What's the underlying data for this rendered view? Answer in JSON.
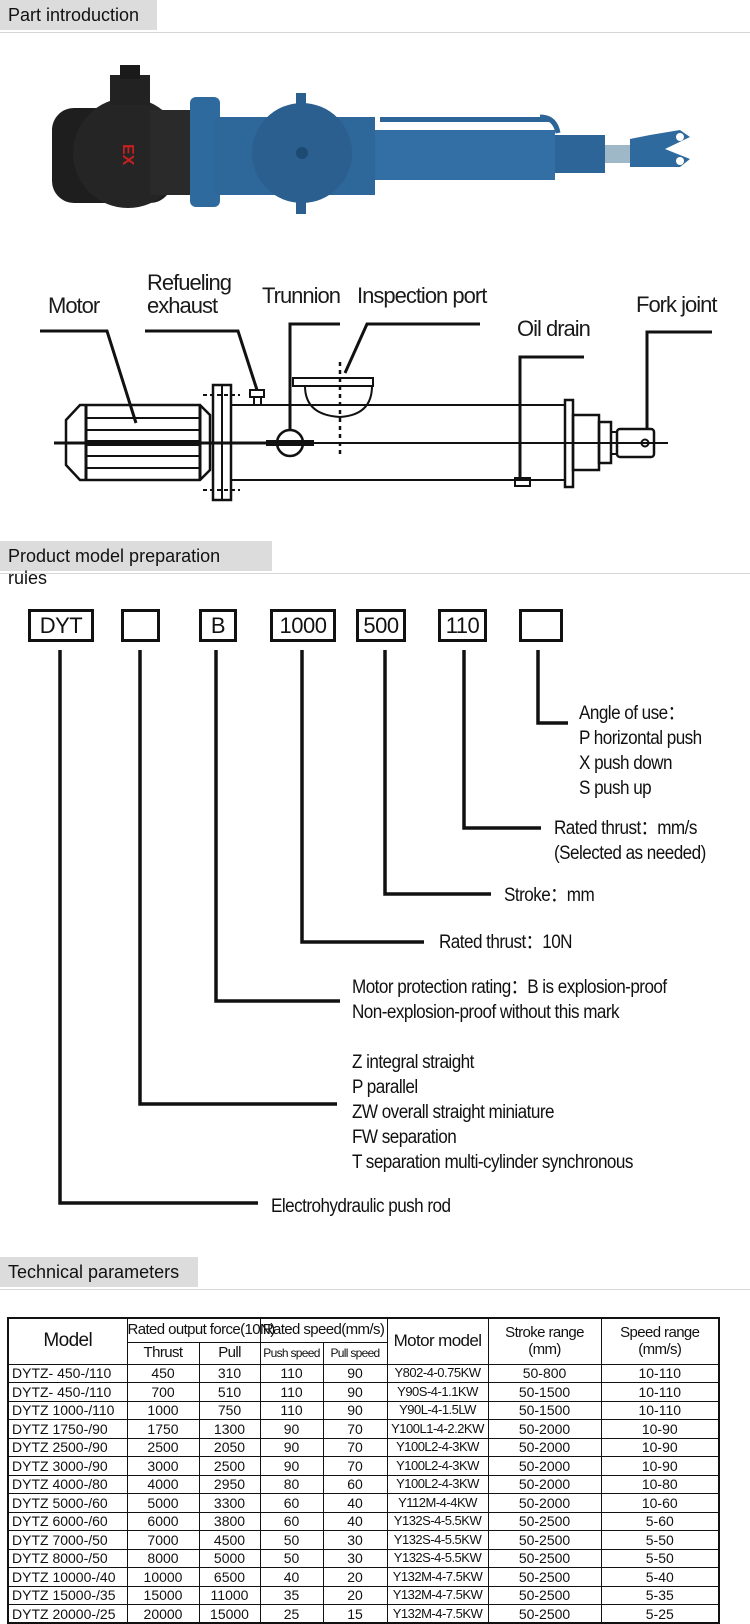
{
  "sections": {
    "part_intro": "Part introduction",
    "model_rules": "Product model preparation rules",
    "tech_params": "Technical parameters"
  },
  "product_photo": {
    "description": "Blue explosion-proof electrohydraulic push rod with black motor",
    "motor_mark": "EX",
    "body_color": "#2f6a9e",
    "motor_color": "#1f1f1f"
  },
  "diagram": {
    "labels": {
      "motor": "Motor",
      "refueling_1": "Refueling",
      "refueling_2": "exhaust",
      "trunnion": "Trunnion",
      "inspection_port": "Inspection port",
      "oil_drain": "Oil drain",
      "fork_joint": "Fork joint"
    }
  },
  "model_code": {
    "boxes": [
      "DYT",
      "",
      "B",
      "1000",
      "500",
      "110",
      ""
    ],
    "explanations": {
      "angle": [
        "Angle of use：",
        "P horizontal push",
        "X push down",
        "S push up"
      ],
      "speed": [
        "Rated thrust：mm/s",
        "(Selected as needed)"
      ],
      "stroke": "Stroke：mm",
      "thrust": "Rated thrust：10N",
      "protection": [
        "Motor protection rating：B is explosion-proof",
        "Non-explosion-proof without this mark"
      ],
      "structure": [
        "Z integral straight",
        "P parallel",
        "ZW overall straight miniature",
        "FW separation",
        "T separation multi-cylinder synchronous"
      ],
      "product": "Electrohydraulic push rod"
    }
  },
  "table": {
    "headers": {
      "model": "Model",
      "force_group": "Rated output force(10N)",
      "speed_group": "Rated speed(mm/s)",
      "thrust": "Thrust",
      "pull": "Pull",
      "push_speed": "Push speed",
      "pull_speed": "Pull speed",
      "motor": "Motor model",
      "stroke": [
        "Stroke range",
        "(mm)"
      ],
      "speed_range": [
        "Speed range",
        "(mm/s)"
      ]
    },
    "rows": [
      [
        "DYTZ- 450-/110",
        "450",
        "310",
        "110",
        "90",
        "Y802-4-0.75KW",
        "50-800",
        "10-110"
      ],
      [
        "DYTZ- 450-/110",
        "700",
        "510",
        "110",
        "90",
        "Y90S-4-1.1KW",
        "50-1500",
        "10-110"
      ],
      [
        "DYTZ 1000-/110",
        "1000",
        "750",
        "110",
        "90",
        "Y90L-4-1.5LW",
        "50-1500",
        "10-110"
      ],
      [
        "DYTZ 1750-/90",
        "1750",
        "1300",
        "90",
        "70",
        "Y100L1-4-2.2KW",
        "50-2000",
        "10-90"
      ],
      [
        "DYTZ 2500-/90",
        "2500",
        "2050",
        "90",
        "70",
        "Y100L2-4-3KW",
        "50-2000",
        "10-90"
      ],
      [
        "DYTZ 3000-/90",
        "3000",
        "2500",
        "90",
        "70",
        "Y100L2-4-3KW",
        "50-2000",
        "10-90"
      ],
      [
        "DYTZ 4000-/80",
        "4000",
        "2950",
        "80",
        "60",
        "Y100L2-4-3KW",
        "50-2000",
        "10-80"
      ],
      [
        "DYTZ 5000-/60",
        "5000",
        "3300",
        "60",
        "40",
        "Y112M-4-4KW",
        "50-2000",
        "10-60"
      ],
      [
        "DYTZ 6000-/60",
        "6000",
        "3800",
        "60",
        "40",
        "Y132S-4-5.5KW",
        "50-2500",
        "5-60"
      ],
      [
        "DYTZ 7000-/50",
        "7000",
        "4500",
        "50",
        "30",
        "Y132S-4-5.5KW",
        "50-2500",
        "5-50"
      ],
      [
        "DYTZ 8000-/50",
        "8000",
        "5000",
        "50",
        "30",
        "Y132S-4-5.5KW",
        "50-2500",
        "5-50"
      ],
      [
        "DYTZ 10000-/40",
        "10000",
        "6500",
        "40",
        "20",
        "Y132M-4-7.5KW",
        "50-2500",
        "5-40"
      ],
      [
        "DYTZ 15000-/35",
        "15000",
        "11000",
        "35",
        "20",
        "Y132M-4-7.5KW",
        "50-2500",
        "5-35"
      ],
      [
        "DYTZ 20000-/25",
        "20000",
        "15000",
        "25",
        "15",
        "Y132M-4-7.5KW",
        "50-2500",
        "5-25"
      ]
    ]
  }
}
